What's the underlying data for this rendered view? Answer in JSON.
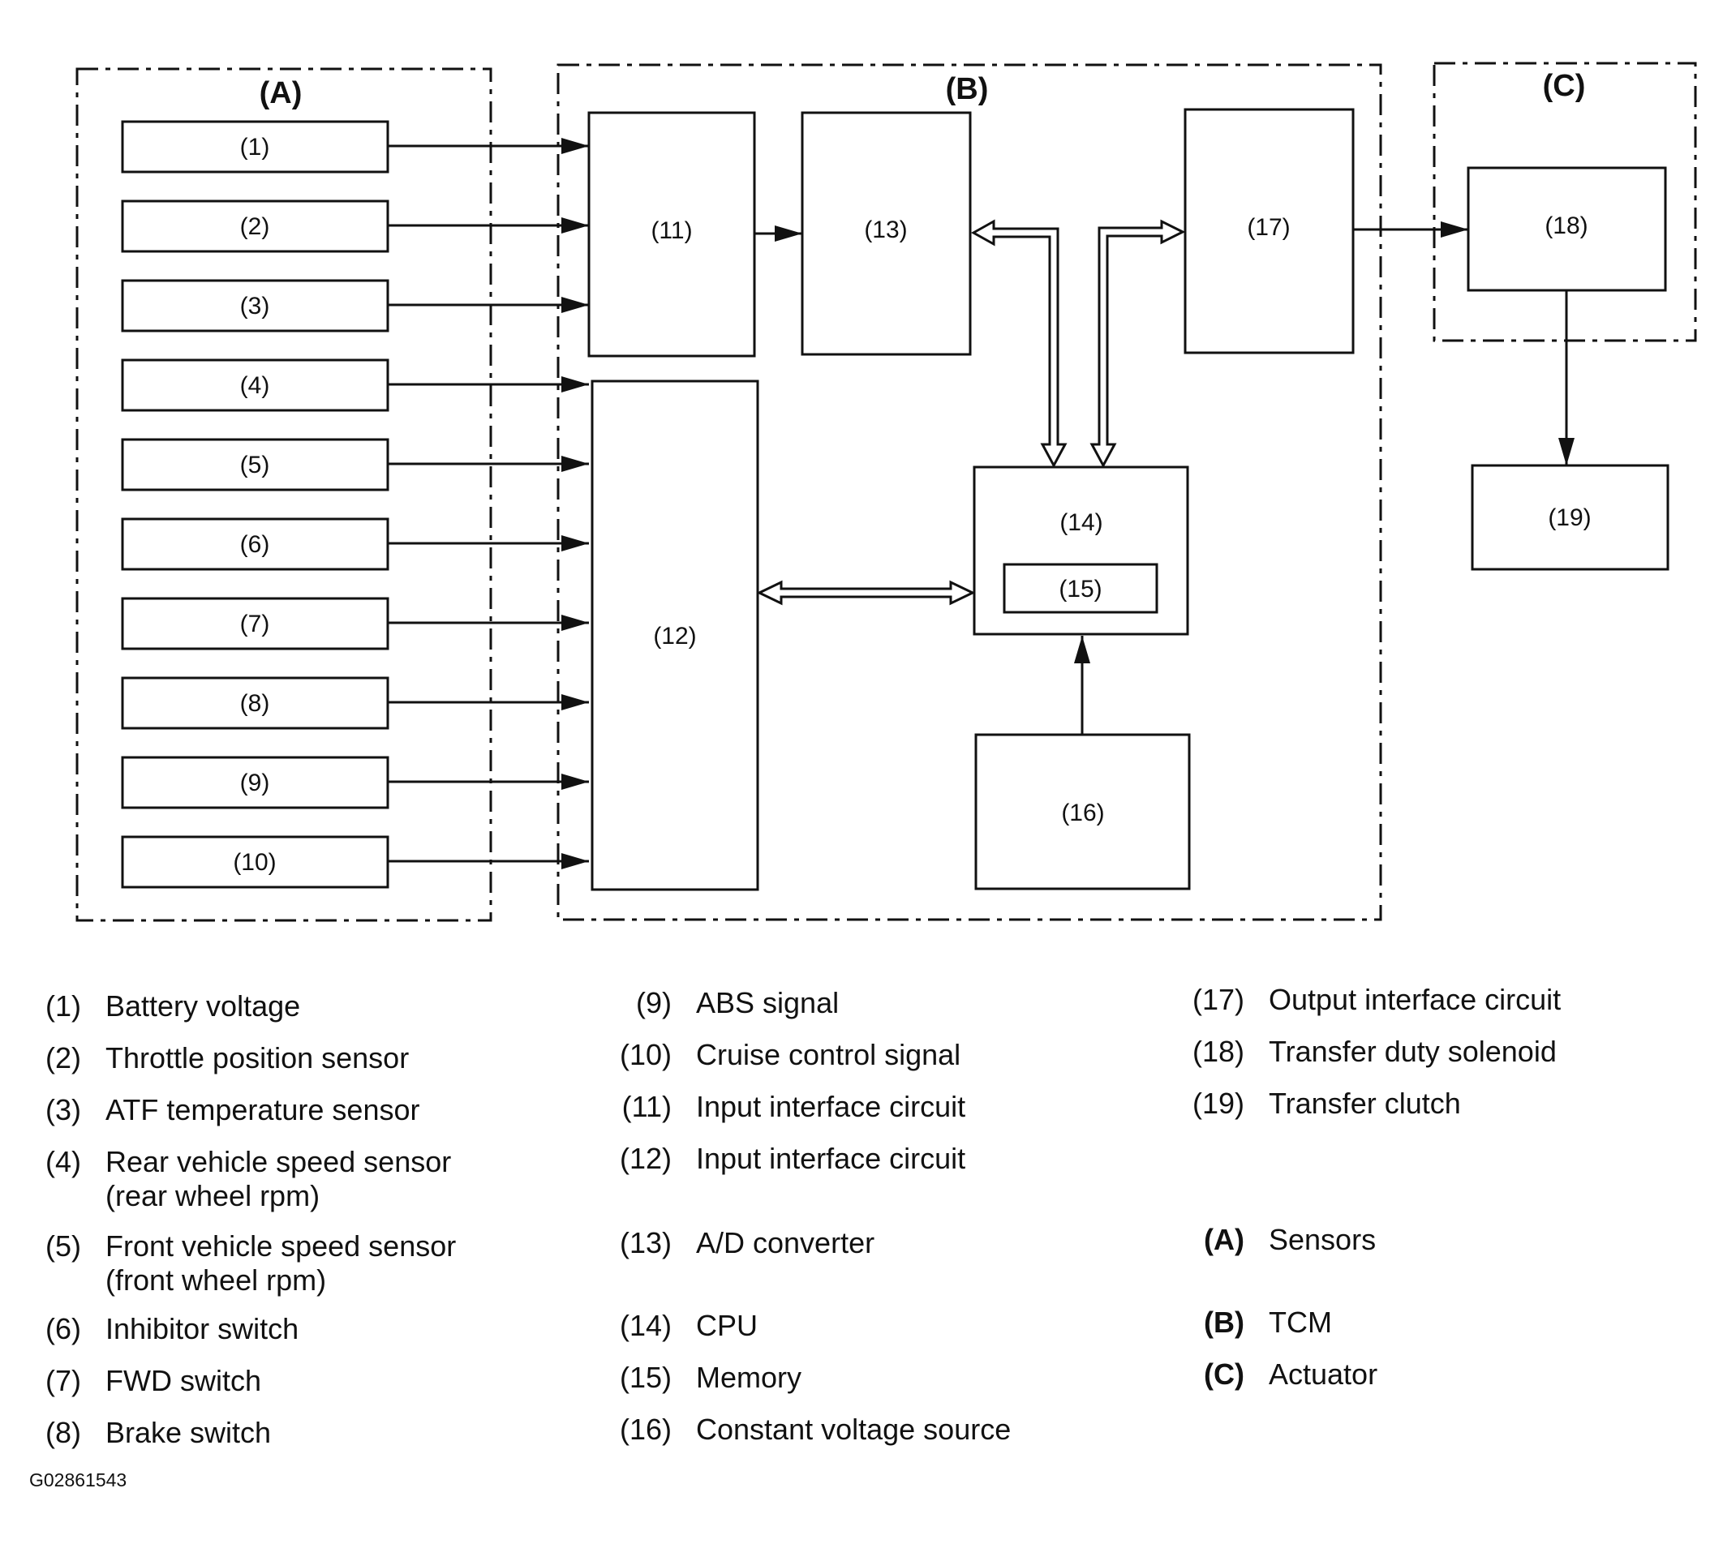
{
  "diagram": {
    "groups": {
      "A": "(A)",
      "B": "(B)",
      "C": "(C)"
    },
    "boxes": {
      "b1": "(1)",
      "b2": "(2)",
      "b3": "(3)",
      "b4": "(4)",
      "b5": "(5)",
      "b6": "(6)",
      "b7": "(7)",
      "b8": "(8)",
      "b9": "(9)",
      "b10": "(10)",
      "b11": "(11)",
      "b12": "(12)",
      "b13": "(13)",
      "b14": "(14)",
      "b15": "(15)",
      "b16": "(16)",
      "b17": "(17)",
      "b18": "(18)",
      "b19": "(19)"
    }
  },
  "legend": {
    "col1": [
      {
        "num": "(1)",
        "text": [
          "Battery voltage"
        ]
      },
      {
        "num": "(2)",
        "text": [
          "Throttle position sensor"
        ]
      },
      {
        "num": "(3)",
        "text": [
          "ATF temperature sensor"
        ]
      },
      {
        "num": "(4)",
        "text": [
          "Rear vehicle speed sensor",
          "(rear wheel rpm)"
        ]
      },
      {
        "num": "(5)",
        "text": [
          "Front vehicle speed sensor",
          "(front wheel rpm)"
        ]
      },
      {
        "num": "(6)",
        "text": [
          "Inhibitor switch"
        ]
      },
      {
        "num": "(7)",
        "text": [
          "FWD switch"
        ]
      },
      {
        "num": "(8)",
        "text": [
          "Brake switch"
        ]
      }
    ],
    "col2": [
      {
        "num": "(9)",
        "text": [
          "ABS signal"
        ]
      },
      {
        "num": "(10)",
        "text": [
          "Cruise control signal"
        ]
      },
      {
        "num": "(11)",
        "text": [
          "Input interface circuit"
        ]
      },
      {
        "num": "(12)",
        "text": [
          "Input interface circuit"
        ]
      },
      {
        "num": "(13)",
        "text": [
          "A/D converter"
        ]
      },
      {
        "num": "(14)",
        "text": [
          "CPU"
        ]
      },
      {
        "num": "(15)",
        "text": [
          "Memory"
        ]
      },
      {
        "num": "(16)",
        "text": [
          "Constant voltage source"
        ]
      }
    ],
    "col3": [
      {
        "num": "(17)",
        "text": [
          "Output interface circuit"
        ]
      },
      {
        "num": "(18)",
        "text": [
          "Transfer duty solenoid"
        ]
      },
      {
        "num": "(19)",
        "text": [
          "Transfer clutch"
        ]
      },
      {
        "num": "(A)",
        "text": [
          "Sensors"
        ]
      },
      {
        "num": "(B)",
        "text": [
          "TCM"
        ]
      },
      {
        "num": "(C)",
        "text": [
          "Actuator"
        ]
      }
    ]
  },
  "figure_code": "G02861543"
}
